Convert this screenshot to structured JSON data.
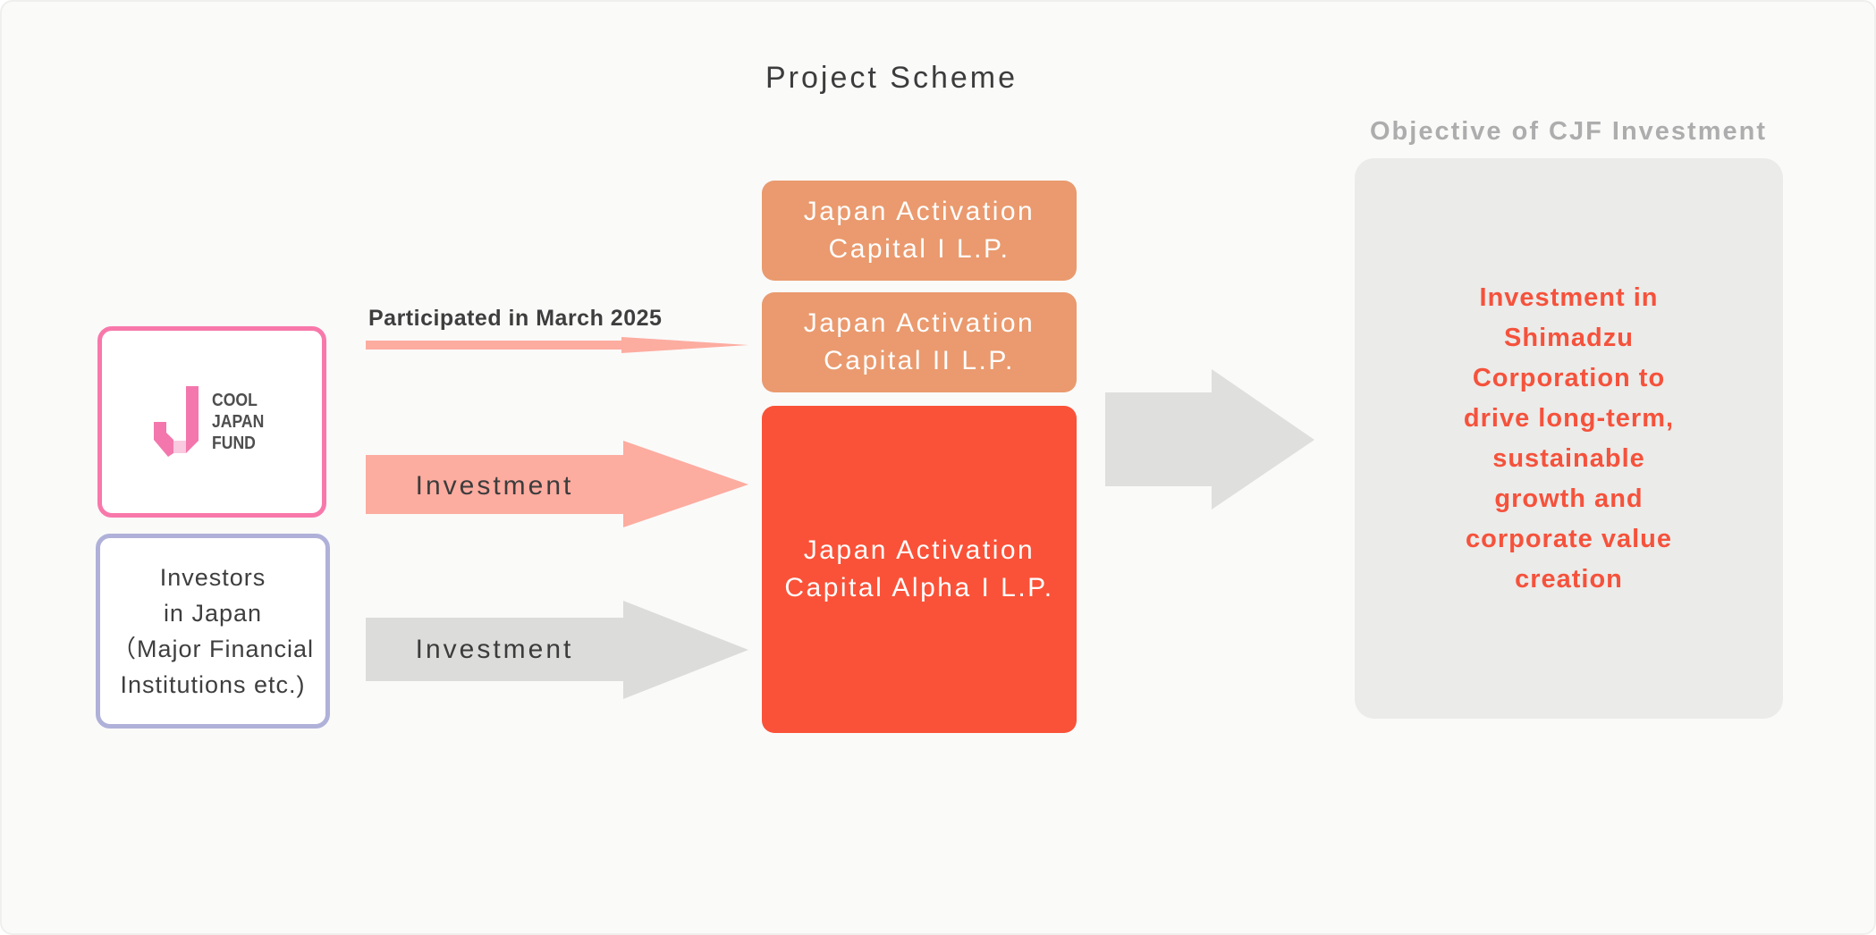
{
  "title": "Project Scheme",
  "cjf_box": {
    "logo_text": "COOL\nJAPAN\nFUND"
  },
  "investors_box": {
    "label": "Investors\nin Japan\n（Major Financial\nInstitutions etc.)"
  },
  "arrows": {
    "participated": {
      "label": "Participated in March 2025"
    },
    "cjf_investment": {
      "label": "Investment"
    },
    "investors_investment": {
      "label": "Investment"
    }
  },
  "funds": [
    {
      "label": "Japan Activation\nCapital I L.P."
    },
    {
      "label": "Japan Activation\nCapital II L.P."
    },
    {
      "label": "Japan Activation\nCapital Alpha I L.P."
    }
  ],
  "objective": {
    "heading": "Objective of CJF Investment",
    "body": "Investment in\nShimadzu\nCorporation to\ndrive long-term,\nsustainable\ngrowth and\ncorporate value\ncreation"
  },
  "colors": {
    "background": "#FAFAF9",
    "cjf_border_pink": "#F878AA",
    "investors_border_lavender": "#AFB1D9",
    "fund_orange": "#EA9A6E",
    "fund_red": "#FA5238",
    "arrow_pink": "#FDACA0",
    "arrow_gray": "#DCDCDA",
    "big_arrow_gray": "#DFDFDD",
    "panel_gray": "#EBEBE9",
    "objective_text_red": "#F5523C",
    "heading_gray": "#ADADAD",
    "text_dark": "#3C3C3C",
    "logo_pink": "#F377AC",
    "logo_light_pink": "#F8C9DF",
    "logo_text_gray": "#4E4E4E"
  }
}
